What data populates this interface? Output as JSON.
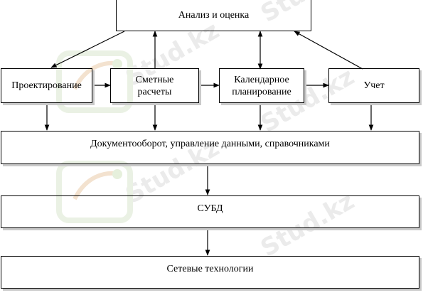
{
  "watermark": {
    "text": "Stud.kz",
    "color": "#d8d8d8"
  },
  "nodes": {
    "analysis": "Анализ и оценка",
    "design": "Проектирование",
    "estimates": "Сметные\nрасчеты",
    "scheduling": "Календарное\nпланирование",
    "accounting": "Учет",
    "docflow": "Документооборот, управление данными, справочниками",
    "dbms": "СУБД",
    "network": "Сетевые технологии"
  },
  "colors": {
    "line": "#000000",
    "box_shadow": "#c9c9c9"
  }
}
